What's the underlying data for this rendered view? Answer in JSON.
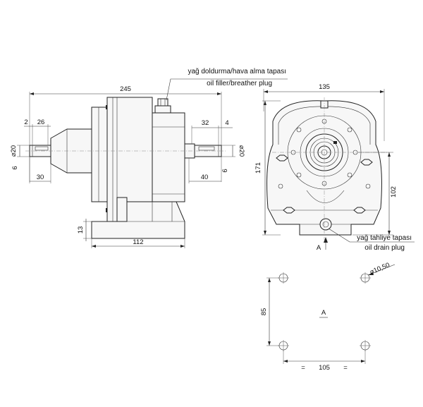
{
  "notes": {
    "filler_tr": "yağ doldurma/hava alma tapası",
    "filler_en": "oil filler/breather plug",
    "drain_tr": "yağ tahliye tapası",
    "drain_en": "oil drain plug"
  },
  "side_view": {
    "overall_length": "245",
    "input_shaft_offset": "2",
    "input_shaft_length": "26",
    "input_shaft_dia": "20",
    "input_key": "6",
    "input_dim_bottom": "30",
    "output_shaft_length": "32",
    "output_shaft_offset": "4",
    "output_shaft_dia": "20",
    "output_key": "6",
    "output_dim_bottom": "40",
    "foot_height": "13",
    "base_width": "112"
  },
  "front_view": {
    "width": "135",
    "height": "171",
    "axis_height": "102",
    "view_label": "A"
  },
  "foot_view": {
    "hole_dia": "10,50",
    "hole_spacing_y": "85",
    "hole_spacing_x": "105",
    "eq_left": "=",
    "eq_right": "=",
    "view_label": "A"
  },
  "symbols": {
    "diameter": "⌀"
  }
}
